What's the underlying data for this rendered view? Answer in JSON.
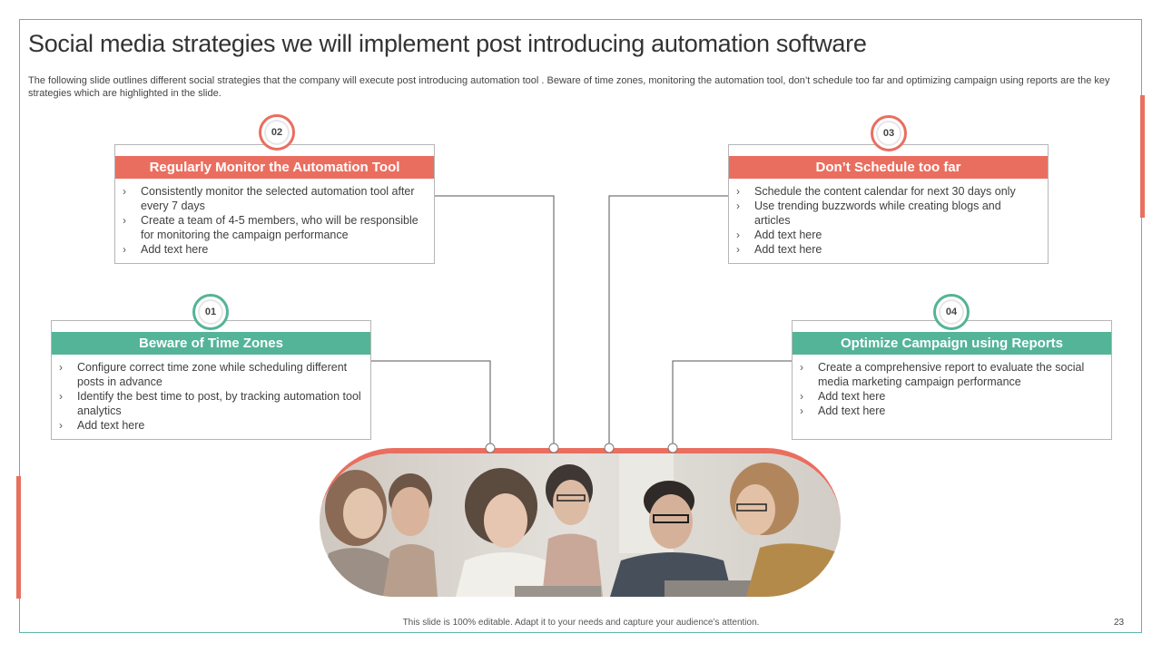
{
  "title": "Social media strategies we will implement post introducing automation software",
  "subtitle": "The following slide outlines different social strategies that the company will execute post introducing automation tool . Beware of time zones, monitoring the automation tool, don’t schedule too far and optimizing campaign using reports are the key strategies which are highlighted in the slide.",
  "colors": {
    "red": "#ea6e5f",
    "green": "#54b497",
    "frame": "#5fb6ad"
  },
  "cards": [
    {
      "number": "01",
      "heading": "Beware of Time Zones",
      "bullets": [
        "Configure  correct time zone while scheduling different  posts in advance",
        "Identify the best time to post, by tracking automation tool analytics",
        "Add text here"
      ]
    },
    {
      "number": "02",
      "heading": "Regularly Monitor the Automation Tool",
      "bullets": [
        "Consistently monitor the selected automation tool after every 7 days",
        "Create a team of 4-5 members, who will be responsible for monitoring the campaign performance",
        "Add text here"
      ]
    },
    {
      "number": "03",
      "heading": "Don’t Schedule too far",
      "bullets": [
        "Schedule the content calendar for next 30 days only",
        "Use trending buzzwords while creating blogs and articles",
        "Add text here",
        "Add text here"
      ]
    },
    {
      "number": "04",
      "heading": "Optimize Campaign using Reports",
      "bullets": [
        "Create a comprehensive  report to evaluate  the social media marketing campaign performance",
        "Add text here",
        "Add text here"
      ]
    }
  ],
  "bullet_icon": "chevron-right-icon",
  "footer": "This slide is 100% editable. Adapt it to your needs and capture your audience’s attention.",
  "page_number": "23"
}
